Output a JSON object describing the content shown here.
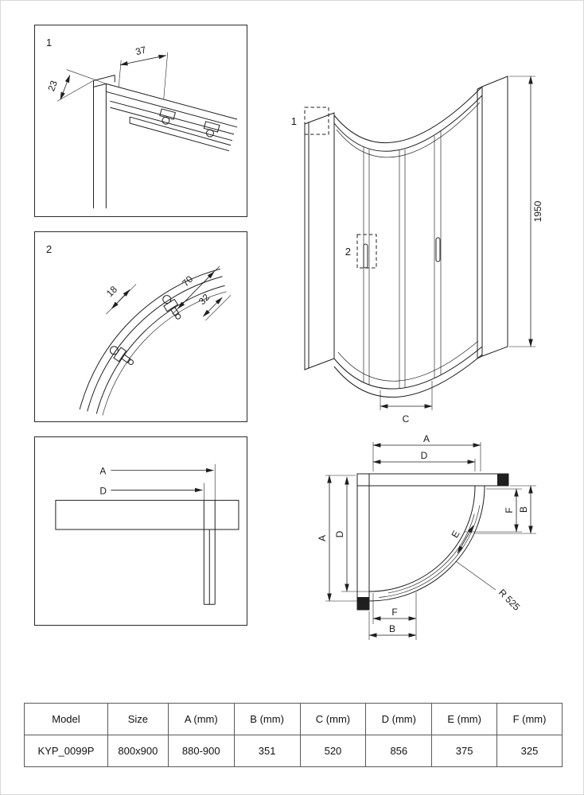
{
  "detail1": {
    "label": "1",
    "dim_37": "37",
    "dim_23": "23"
  },
  "detail2": {
    "label": "2",
    "dim_70": "70",
    "dim_32": "32",
    "dim_18": "18"
  },
  "detail3": {
    "dim_a": "A",
    "dim_d": "D"
  },
  "iso": {
    "marker1": "1",
    "marker2": "2",
    "height": "1950",
    "dim_c": "C"
  },
  "plan": {
    "top_a": "A",
    "top_d": "D",
    "left_a": "A",
    "left_d": "D",
    "right_b": "B",
    "right_f": "F",
    "bottom_f": "F",
    "bottom_b": "B",
    "dim_e": "E",
    "radius": "R 525"
  },
  "table": {
    "headers": [
      "Model",
      "Size",
      "A (mm)",
      "B (mm)",
      "C (mm)",
      "D (mm)",
      "E (mm)",
      "F (mm)"
    ],
    "rows": [
      [
        "KYP_0099P",
        "800x900",
        "880-900",
        "351",
        "520",
        "856",
        "375",
        "325"
      ]
    ]
  },
  "colors": {
    "line": "#1f1f1f",
    "border": "#595959",
    "background": "#ffffff"
  }
}
